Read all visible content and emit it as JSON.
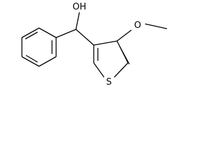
{
  "structure": {
    "atom_labels": {
      "hydroxyl": "OH",
      "methoxy_oxygen": "O",
      "sulfur": "S"
    },
    "line_color": "#000000",
    "background_color": "#ffffff"
  }
}
